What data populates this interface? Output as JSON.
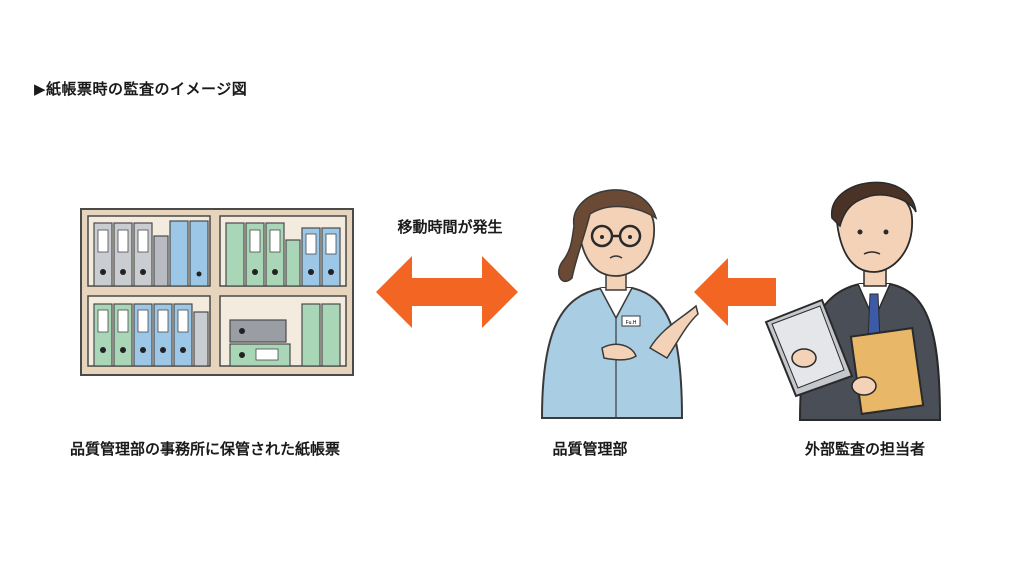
{
  "title": "▶紙帳票時の監査のイメージ図",
  "move_label": "移動時間が発生",
  "captions": {
    "shelf": "品質管理部の事務所に保管された紙帳票",
    "qa": "品質管理部",
    "external": "外部監査の担当者"
  },
  "badge_text": "Fu.H",
  "colors": {
    "arrow": "#f26522",
    "shelf_wood": "#e7d4bc",
    "binder_gray": "#c9ccd1",
    "binder_blue": "#9cc7e6",
    "binder_green": "#a9d6b6"
  }
}
